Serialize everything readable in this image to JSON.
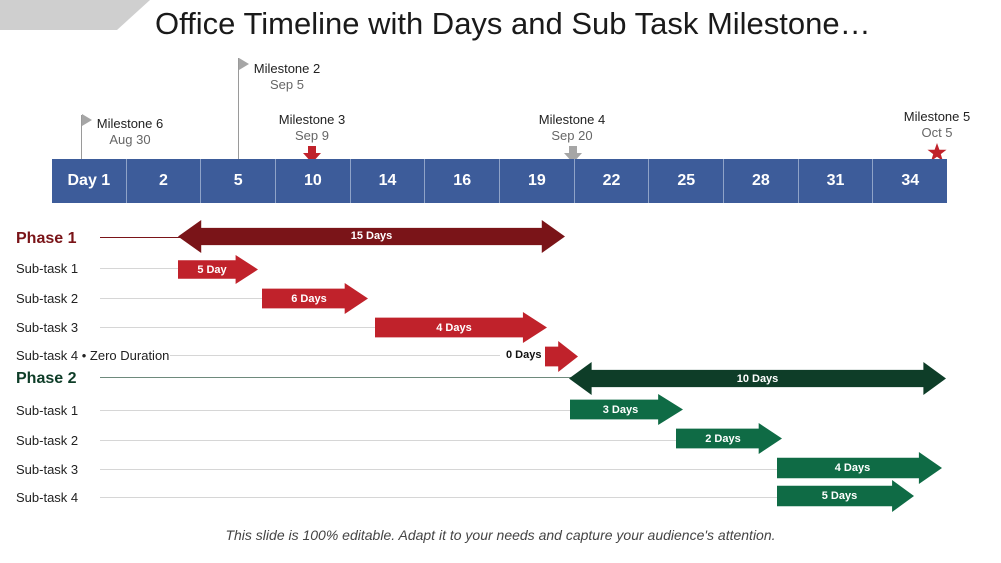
{
  "title": "Office Timeline with Days and Sub Task Milestone…",
  "milestones": [
    {
      "name": "Milestone 6",
      "date": "Aug 30"
    },
    {
      "name": "Milestone 2",
      "date": "Sep 5"
    },
    {
      "name": "Milestone 3",
      "date": "Sep 9"
    },
    {
      "name": "Milestone 4",
      "date": "Sep 20"
    },
    {
      "name": "Milestone 5",
      "date": "Oct 5"
    }
  ],
  "days": [
    "Day 1",
    "2",
    "5",
    "10",
    "14",
    "16",
    "19",
    "22",
    "25",
    "28",
    "31",
    "34"
  ],
  "phase1": {
    "name": "Phase 1",
    "duration": "15 Days",
    "subtasks": [
      {
        "name": "Sub-task 1",
        "duration": "5 Day"
      },
      {
        "name": "Sub-task 2",
        "duration": "6 Days"
      },
      {
        "name": "Sub-task 3",
        "duration": "4 Days"
      },
      {
        "name": "Sub-task 4 • Zero Duration",
        "duration": "0 Days"
      }
    ]
  },
  "phase2": {
    "name": "Phase 2",
    "duration": "10 Days",
    "subtasks": [
      {
        "name": "Sub-task 1",
        "duration": "3 Days"
      },
      {
        "name": "Sub-task 2",
        "duration": "2 Days"
      },
      {
        "name": "Sub-task 3",
        "duration": "4 Days"
      },
      {
        "name": "Sub-task 4",
        "duration": "5 Days"
      }
    ]
  },
  "colors": {
    "day_bar": "#3d5c9a",
    "phase1_dark": "#7a1418",
    "phase1_task": "#c0222b",
    "phase2_dark": "#0e3d28",
    "phase2_task": "#0f6b45",
    "milestone_flag": "#a6a6a6",
    "milestone_star": "#c0222b"
  },
  "footer": "This slide is 100% editable. Adapt it to your needs and capture your audience's attention."
}
